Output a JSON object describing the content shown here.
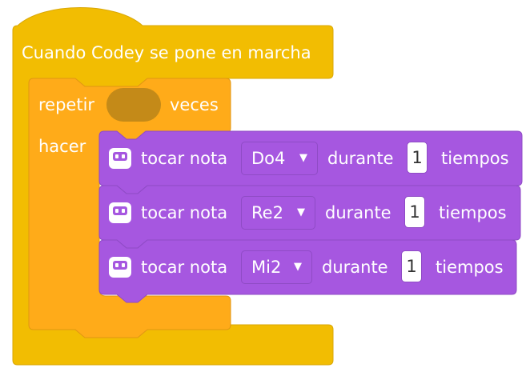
{
  "colors": {
    "event_block": "#f2bd02",
    "event_block_border": "#d9a705",
    "control_block": "#ffab19",
    "control_block_border": "#e09613",
    "repeat_slot": "#c48a18",
    "sound_block": "#a657e0",
    "sound_block_border": "#8f4bc5",
    "text": "#ffffff"
  },
  "event_block": {
    "label": "Cuando Codey se pone en marcha"
  },
  "repeat_block": {
    "label_repeat": "repetir",
    "label_times": "veces",
    "label_do": "hacer",
    "count_value": ""
  },
  "note_blocks": [
    {
      "icon": "codey-robot-icon",
      "label_play": "tocar nota",
      "note": "Do4",
      "label_during": "durante",
      "beats": "1",
      "label_beats": "tiempos"
    },
    {
      "icon": "codey-robot-icon",
      "label_play": "tocar nota",
      "note": "Re2",
      "label_during": "durante",
      "beats": "1",
      "label_beats": "tiempos"
    },
    {
      "icon": "codey-robot-icon",
      "label_play": "tocar nota",
      "note": "Mi2",
      "label_during": "durante",
      "beats": "1",
      "label_beats": "tiempos"
    }
  ]
}
